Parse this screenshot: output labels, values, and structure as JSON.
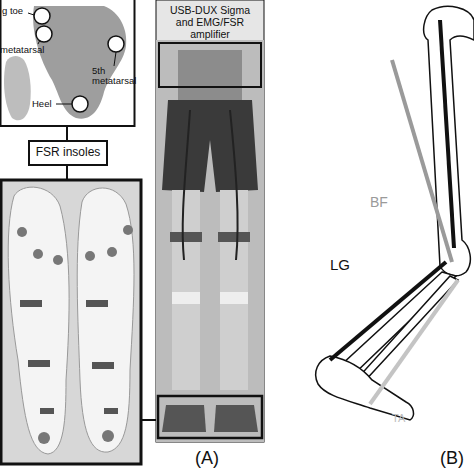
{
  "diagram": {
    "nodes": [
      {
        "text": [
          "FSR insoles"
        ]
      },
      {
        "text": [
          "USB-DUX Sigma and EMG/FSR amplifier"
        ]
      }
    ],
    "labels": [
      "g toe",
      "metatarsal",
      "5th metatarsal",
      "Heel",
      "(A)",
      "(B)",
      "BF",
      "LG",
      "TA"
    ]
  }
}
